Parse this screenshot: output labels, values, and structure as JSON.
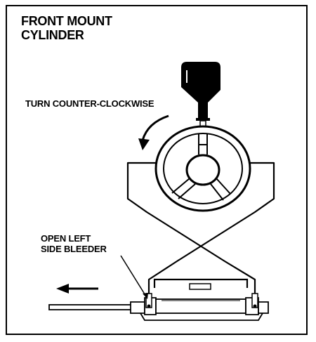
{
  "title": {
    "line1": "FRONT MOUNT",
    "line2": "CYLINDER"
  },
  "labels": {
    "turn": "TURN COUNTER-CLOCKWISE",
    "bleeder_line1": "OPEN LEFT",
    "bleeder_line2": "SIDE BLEEDER"
  },
  "colors": {
    "ink": "#000000",
    "paper": "#ffffff"
  }
}
